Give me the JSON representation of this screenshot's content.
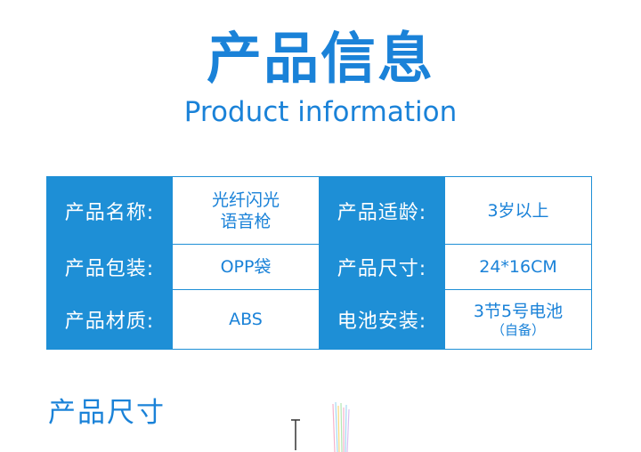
{
  "header": {
    "title_cn": "产品信息",
    "title_en": "Product information"
  },
  "info_table": {
    "rows": [
      [
        {
          "label": "产品名称:",
          "value_lines": [
            "光纤闪光",
            "语音枪"
          ]
        },
        {
          "label": "产品适龄:",
          "value_lines": [
            "3岁以上"
          ]
        }
      ],
      [
        {
          "label": "产品包装:",
          "value_lines": [
            "OPP袋"
          ]
        },
        {
          "label": "产品尺寸:",
          "value_lines": [
            "24*16CM"
          ]
        }
      ],
      [
        {
          "label": "产品材质:",
          "value_lines": [
            "ABS"
          ]
        },
        {
          "label": "电池安装:",
          "value_lines": [
            "3节5号电池"
          ],
          "sub": "（自备）"
        }
      ]
    ]
  },
  "size_section": {
    "title": "产品尺寸"
  },
  "colors": {
    "brand_blue": "#1a82d8",
    "table_blue": "#1e8fd6"
  }
}
